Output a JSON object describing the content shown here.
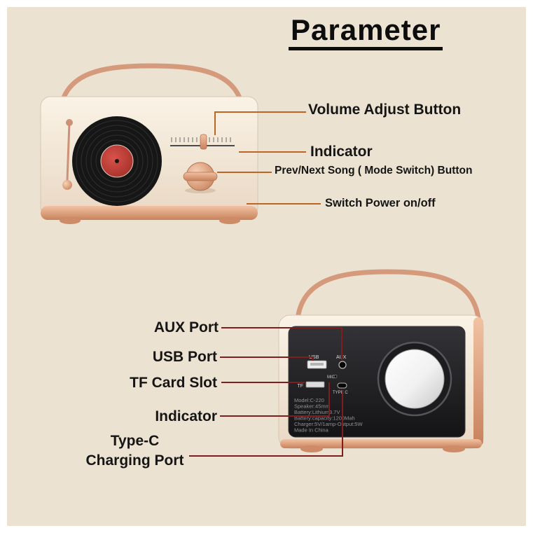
{
  "title": "Parameter",
  "front": {
    "labels": {
      "volume": "Volume Adjust Button",
      "indicator": "Indicator",
      "prev_next": "Prev/Next Song ( Mode Switch) Button",
      "power": "Switch Power on/off"
    }
  },
  "back": {
    "labels": {
      "aux": "AUX Port",
      "usb": "USB Port",
      "tf": "TF Card Slot",
      "indicator": "Indicator",
      "typec_line1": "Type-C",
      "typec_line2": "Charging Port"
    },
    "panel": {
      "usb": "USB",
      "aux": "AUX",
      "mic": "MIC",
      "tf": "TF",
      "typec": "TYPE C",
      "specs": [
        "Model:C-220",
        "Speaker:45mm",
        "Battery:Lithium3.7V",
        "Battery:capacity:1200Mah",
        "Charger:5V/1amp-Output:5W",
        "Made In China"
      ]
    }
  },
  "colors": {
    "background": "#ece2d2",
    "front_connector": "#bc6524",
    "back_connector": "#7e1f1f",
    "rose_gold": "#d9a084",
    "record_label_red": "#b03530"
  }
}
